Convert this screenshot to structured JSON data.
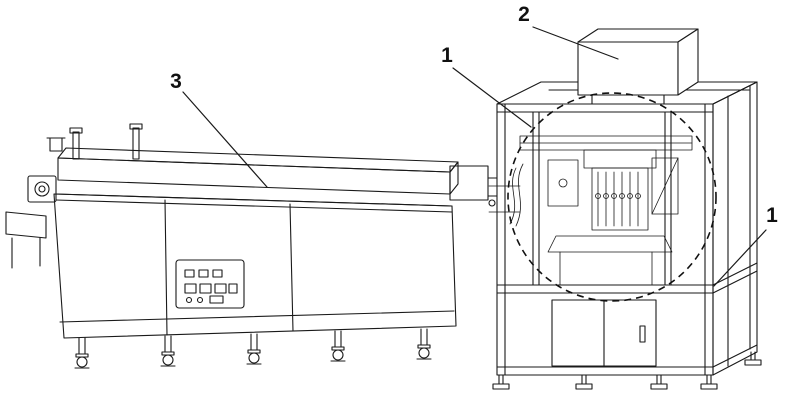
{
  "drawing": {
    "background": "#ffffff",
    "ink": "#1a1a1a",
    "labels": {
      "conveyor": "3",
      "frame_top": "1",
      "top_box": "2",
      "frame_right": "1"
    }
  }
}
